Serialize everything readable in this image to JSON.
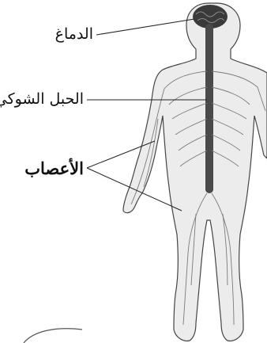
{
  "labels": {
    "brain": "الدماغ",
    "spinal_cord": "الحبل الشوكي",
    "nerves": "الأعصاب"
  },
  "colors": {
    "body_fill": "#ececec",
    "outline": "#444444",
    "nerve_stroke": "#7a7a7a",
    "brain_fill": "#3a3a3a",
    "spinal_cord_fill": "#4a4a4a",
    "leader_line": "#222222"
  }
}
